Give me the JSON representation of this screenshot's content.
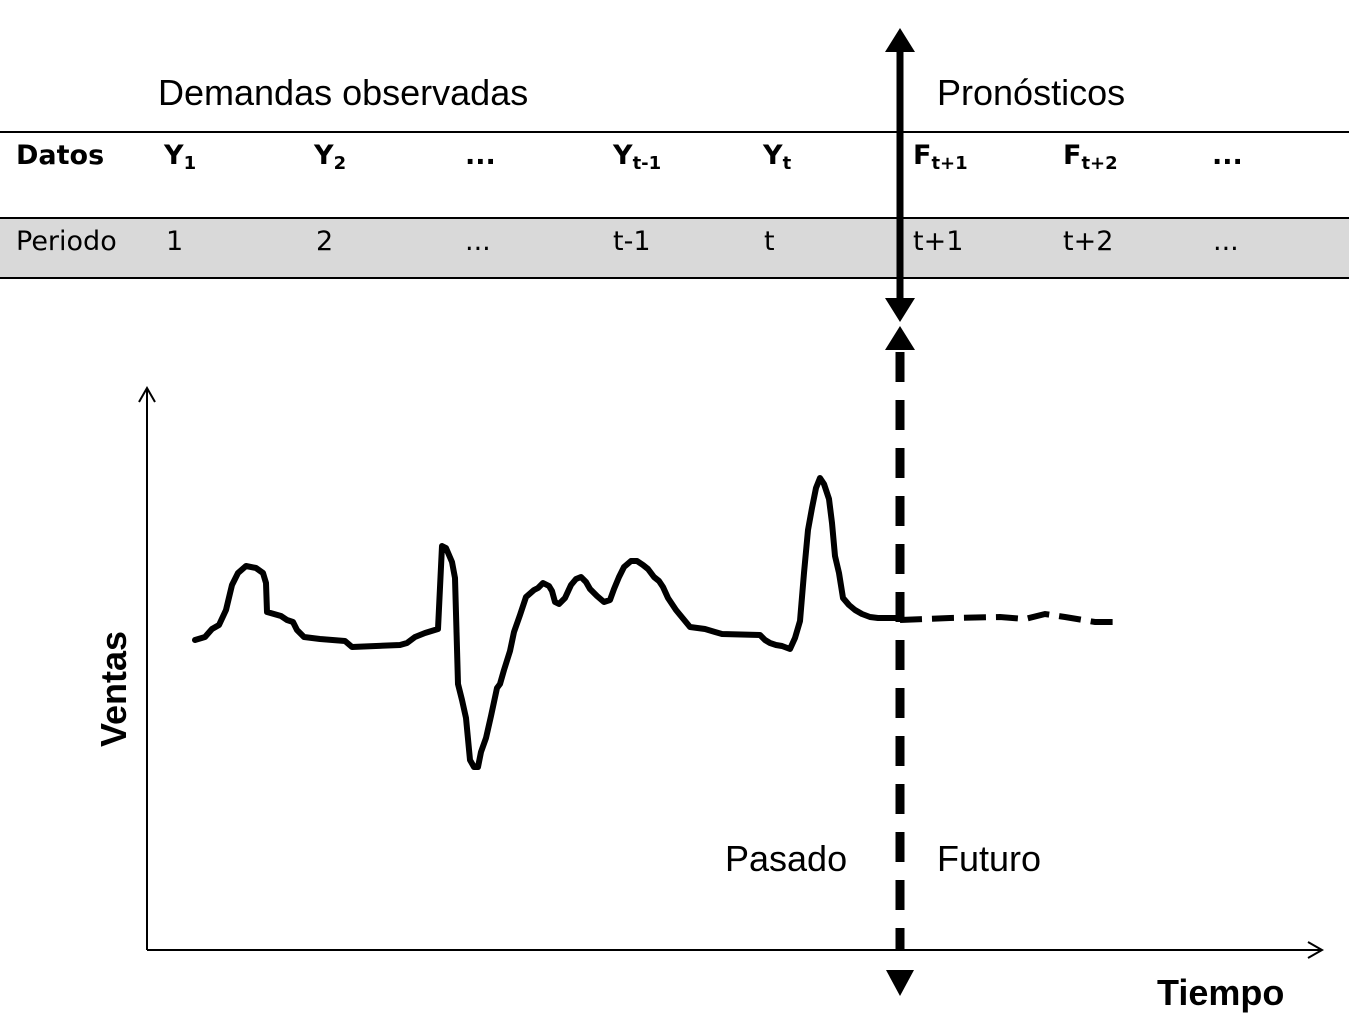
{
  "header": {
    "observed_title": "Demandas observadas",
    "forecast_title": "Pronósticos"
  },
  "data_row": {
    "label": "Datos",
    "cells": [
      {
        "base": "Y",
        "sub": "1"
      },
      {
        "base": "Y",
        "sub": "2"
      },
      {
        "base": "...",
        "sub": ""
      },
      {
        "base": "Y",
        "sub": "t-1"
      },
      {
        "base": "Y",
        "sub": "t"
      },
      {
        "base": "F",
        "sub": "t+1"
      },
      {
        "base": "F",
        "sub": "t+2"
      },
      {
        "base": "...",
        "sub": ""
      }
    ]
  },
  "period_row": {
    "label": "Periodo",
    "cells": [
      "1",
      "2",
      "...",
      "t-1",
      "t",
      "t+1",
      "t+2",
      "..."
    ]
  },
  "chart": {
    "y_axis_label": "Ventas",
    "x_axis_label": "Tiempo",
    "past_label": "Pasado",
    "future_label": "Futuro"
  },
  "colors": {
    "line": "#000000",
    "period_band": "#d9d9d9"
  }
}
